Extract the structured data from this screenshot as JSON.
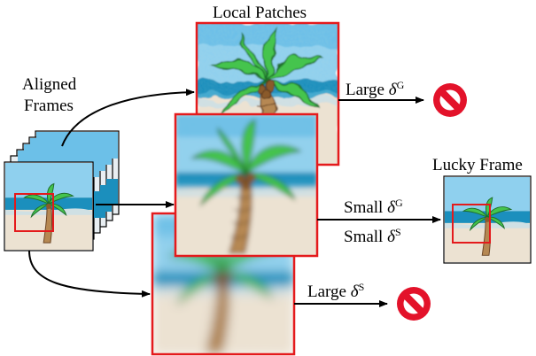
{
  "labels": {
    "local_patches": "Local Patches",
    "aligned_frames_line1": "Aligned",
    "aligned_frames_line2": "Frames",
    "lucky_frame": "Lucky Frame"
  },
  "metrics": {
    "large_g": {
      "word": "Large",
      "symbol": "δ",
      "sup": "G"
    },
    "small_g": {
      "word": "Small",
      "symbol": "δ",
      "sup": "G"
    },
    "small_s": {
      "word": "Small",
      "symbol": "δ",
      "sup": "S"
    },
    "large_s": {
      "word": "Large",
      "symbol": "δ",
      "sup": "S"
    }
  },
  "colors": {
    "frame_border": "#e41a1c",
    "reject_sign": "#e3122a",
    "sky": "#7ec8ea",
    "sea": "#1b8fbd",
    "sand": "#ece2d2",
    "leaf": "#45c44e",
    "trunk": "#b68852",
    "arrow": "#000000"
  },
  "icons": {
    "reject": "no-entry-icon"
  }
}
